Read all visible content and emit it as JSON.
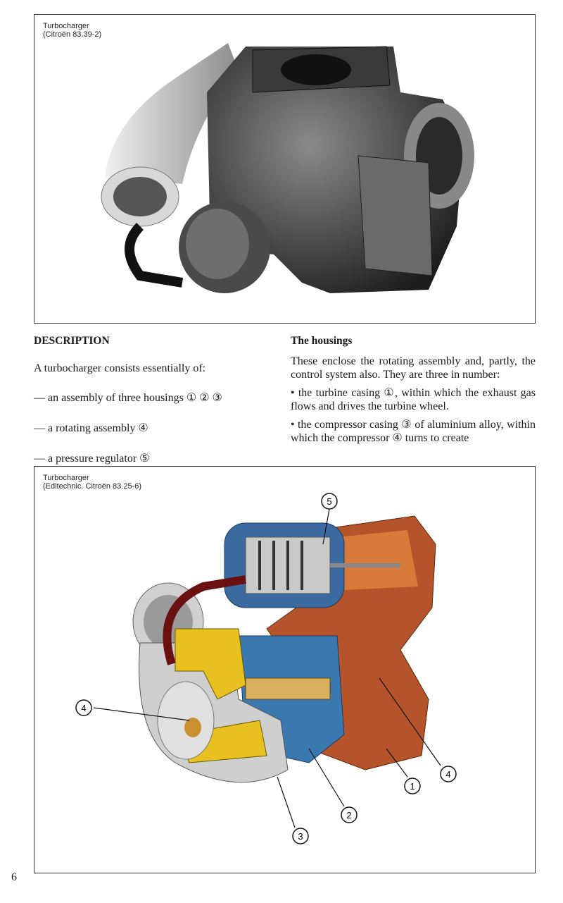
{
  "figure1": {
    "caption_line1": "Turbocharger",
    "caption_line2": "(Citroën 83.39-2)"
  },
  "left_column": {
    "heading": "DESCRIPTION",
    "intro": "A turbocharger consists essentially of:",
    "items": [
      "— an assembly of three housings ① ② ③",
      "— a rotating assembly ④",
      "— a pressure regulator ⑤"
    ]
  },
  "right_column": {
    "heading": "The housings",
    "para": "These enclose the rotating assembly and, partly, the control system also. They are three in number:",
    "bullets": [
      "• the turbine casing ①, within which the exhaust gas flows and drives the turbine wheel.",
      "• the compressor casing ③ of aluminium alloy, within which the compressor ④ turns to create"
    ]
  },
  "figure2": {
    "caption_line1": "Turbocharger",
    "caption_line2": "(Editechnic. Citroën 83.25-6)",
    "callouts": [
      "5",
      "4",
      "4",
      "1",
      "2",
      "3"
    ]
  },
  "page_number": "6"
}
